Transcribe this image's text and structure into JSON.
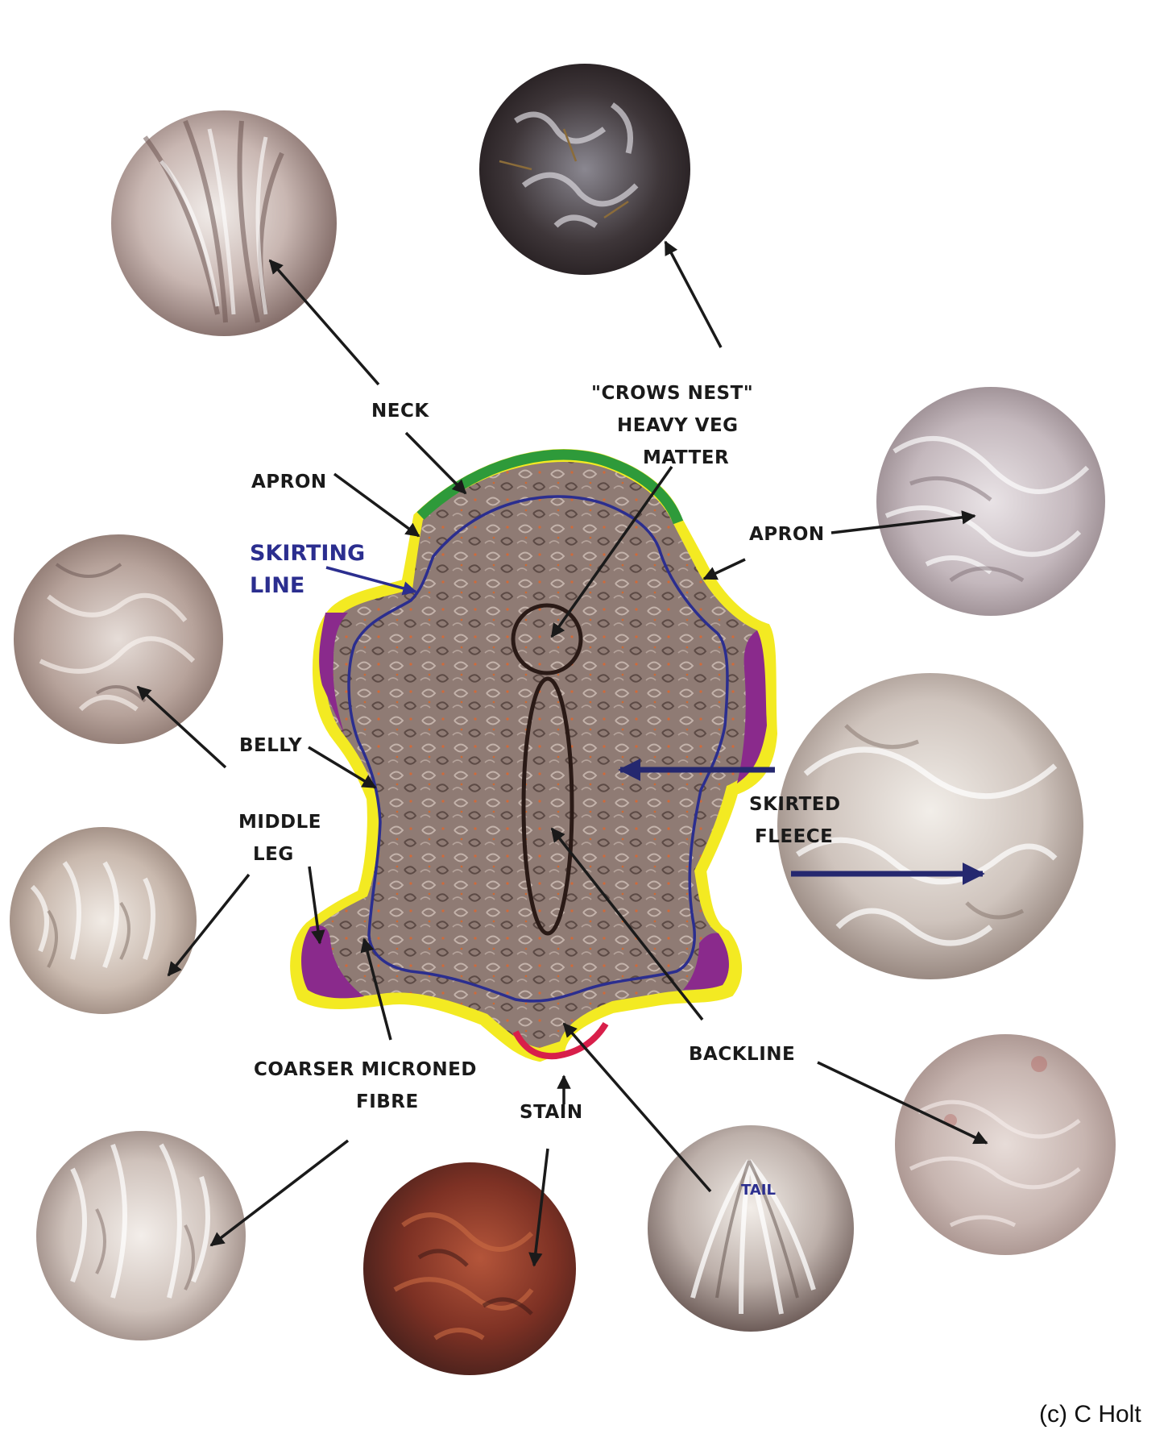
{
  "labels": {
    "neck": "NECK",
    "crows_nest": [
      "\"CROWS NEST\"",
      "HEAVY VEG",
      "MATTER"
    ],
    "apron_left": "APRON",
    "apron_right": "APRON",
    "skirting_line": [
      "SKIRTING",
      "LINE"
    ],
    "belly": "BELLY",
    "skirted_fleece": [
      "SKIRTED",
      "FLEECE"
    ],
    "middle_leg": [
      "MIDDLE",
      "LEG"
    ],
    "coarser": [
      "COARSER MICRONED",
      "FIBRE"
    ],
    "stain": "STAIN",
    "backline": "BACKLINE",
    "tail": "TAIL"
  },
  "credit": "(c)  C Holt",
  "colors": {
    "neck_edge": "#2e9a3a",
    "apron_edge": "#f3ea22",
    "leg_patches": "#8a2a8c",
    "stain_edge": "#d81f4a",
    "skirting_line": "#2b2e8f",
    "fleece": "#8f7b74"
  }
}
